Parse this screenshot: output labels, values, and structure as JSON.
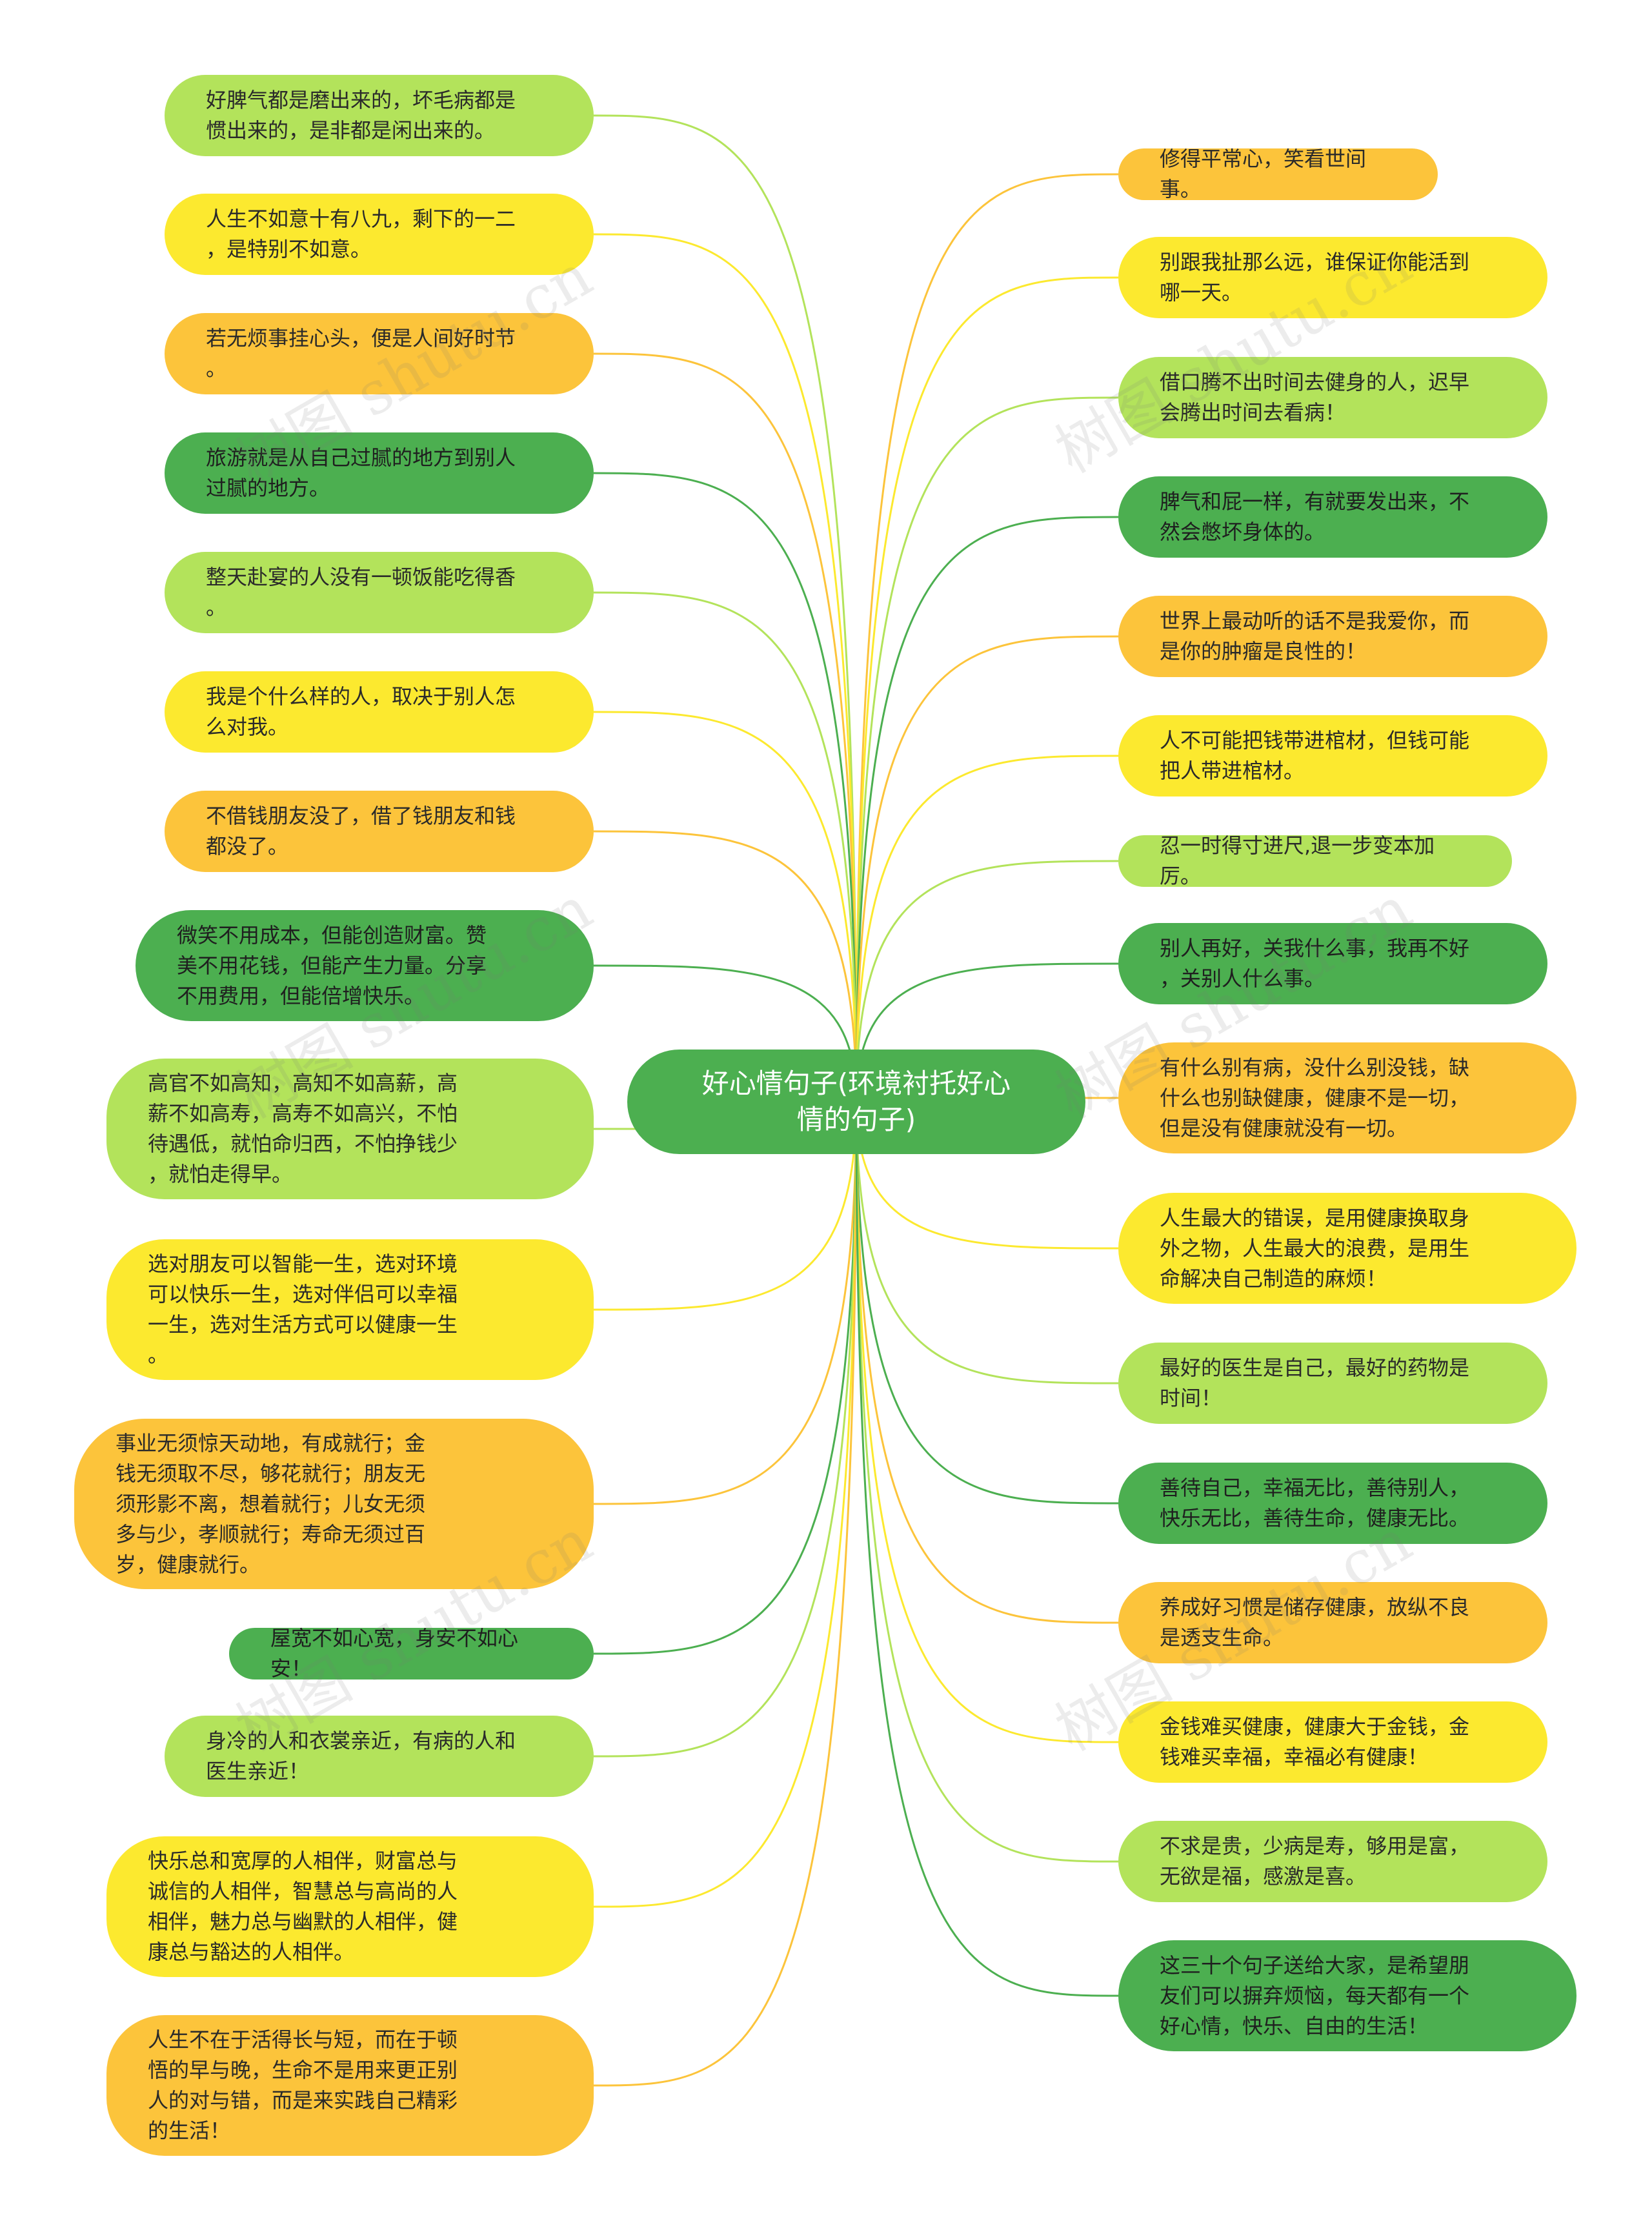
{
  "root": {
    "text": "好心情句子(环境衬托好心\n情的句子)",
    "color": "#4caf50"
  },
  "left": [
    {
      "text": "好脾气都是磨出来的，坏毛病都是\n惯出来的，是非都是闲出来的。",
      "color": "lime"
    },
    {
      "text": "人生不如意十有八九，剩下的一二\n，是特别不如意。",
      "color": "yellow"
    },
    {
      "text": "若无烦事挂心头，便是人间好时节\n。",
      "color": "orange"
    },
    {
      "text": "旅游就是从自己过腻的地方到别人\n过腻的地方。",
      "color": "green"
    },
    {
      "text": "整天赴宴的人没有一顿饭能吃得香\n。",
      "color": "lime"
    },
    {
      "text": "我是个什么样的人，取决于别人怎\n么对我。",
      "color": "yellow"
    },
    {
      "text": "不借钱朋友没了，借了钱朋友和钱\n都没了。",
      "color": "orange"
    },
    {
      "text": "微笑不用成本，但能创造财富。赞\n美不用花钱，但能产生力量。分享\n不用费用，但能倍增快乐。",
      "color": "green"
    },
    {
      "text": "高官不如高知，高知不如高薪，高\n薪不如高寿，高寿不如高兴，不怕\n待遇低，就怕命归西，不怕挣钱少\n，就怕走得早。",
      "color": "lime"
    },
    {
      "text": "选对朋友可以智能一生，选对环境\n可以快乐一生，选对伴侣可以幸福\n一生，选对生活方式可以健康一生\n。",
      "color": "yellow"
    },
    {
      "text": "事业无须惊天动地，有成就行；金\n钱无须取不尽，够花就行；朋友无\n须形影不离，想着就行；儿女无须\n多与少，孝顺就行；寿命无须过百\n岁，健康就行。",
      "color": "orange"
    },
    {
      "text": "屋宽不如心宽，身安不如心安！",
      "color": "green"
    },
    {
      "text": "身冷的人和衣裳亲近，有病的人和\n医生亲近！",
      "color": "lime"
    },
    {
      "text": "快乐总和宽厚的人相伴，财富总与\n诚信的人相伴，智慧总与高尚的人\n相伴，魅力总与幽默的人相伴，健\n康总与豁达的人相伴。",
      "color": "yellow"
    },
    {
      "text": "人生不在于活得长与短，而在于顿\n悟的早与晚，生命不是用来更正别\n人的对与错，而是来实践自己精彩\n的生活！",
      "color": "orange"
    }
  ],
  "right": [
    {
      "text": "修得平常心，笑看世间事。",
      "color": "orange"
    },
    {
      "text": "别跟我扯那么远，谁保证你能活到\n哪一天。",
      "color": "yellow"
    },
    {
      "text": "借口腾不出时间去健身的人，迟早\n会腾出时间去看病！",
      "color": "lime"
    },
    {
      "text": "脾气和屁一样，有就要发出来，不\n然会憋坏身体的。",
      "color": "green"
    },
    {
      "text": "世界上最动听的话不是我爱你，而\n是你的肿瘤是良性的！",
      "color": "orange"
    },
    {
      "text": "人不可能把钱带进棺材，但钱可能\n把人带进棺材。",
      "color": "yellow"
    },
    {
      "text": "忍一时得寸进尺,退一步变本加厉。",
      "color": "lime"
    },
    {
      "text": "别人再好，关我什么事，我再不好\n，关别人什么事。",
      "color": "green"
    },
    {
      "text": "有什么别有病，没什么别没钱，缺\n什么也别缺健康，健康不是一切，\n但是没有健康就没有一切。",
      "color": "orange"
    },
    {
      "text": "人生最大的错误，是用健康换取身\n外之物，人生最大的浪费，是用生\n命解决自己制造的麻烦！",
      "color": "yellow"
    },
    {
      "text": "最好的医生是自己，最好的药物是\n时间！",
      "color": "lime"
    },
    {
      "text": "善待自己，幸福无比，善待别人，\n快乐无比，善待生命，健康无比。",
      "color": "green"
    },
    {
      "text": "养成好习惯是储存健康，放纵不良\n是透支生命。",
      "color": "orange"
    },
    {
      "text": "金钱难买健康，健康大于金钱，金\n钱难买幸福，幸福必有健康！",
      "color": "yellow"
    },
    {
      "text": "不求是贵，少病是寿，够用是富，\n无欲是福，感激是喜。",
      "color": "lime"
    },
    {
      "text": "这三十个句子送给大家，是希望朋\n友们可以摒弃烦恼，每天都有一个\n好心情，快乐、自由的生活！",
      "color": "green"
    }
  ],
  "palette": {
    "lime": "#b3e35b",
    "yellow": "#fce92f",
    "orange": "#fcc43b",
    "green": "#4caf50"
  },
  "watermark": "树图 shutu.cn"
}
